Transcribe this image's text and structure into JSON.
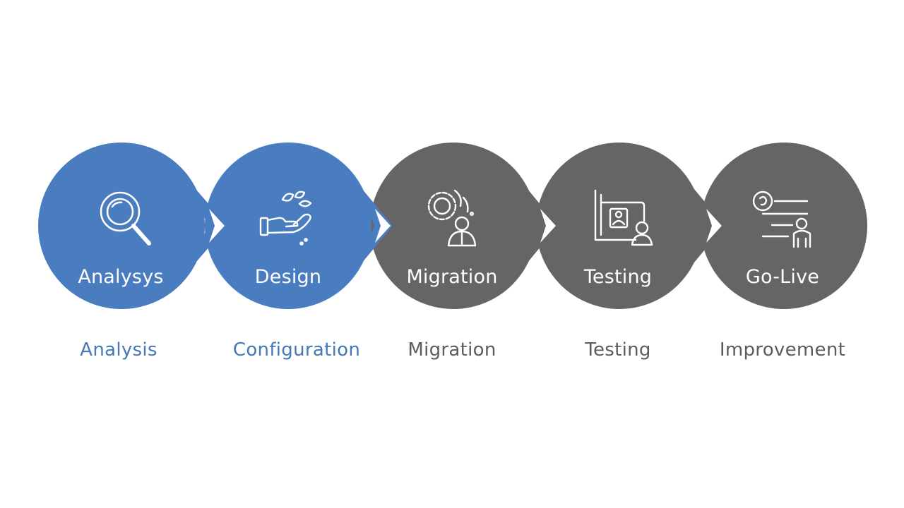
{
  "colors": {
    "blue": "#4a7cc0",
    "gray": "#656565",
    "blue_text": "#4577b9",
    "gray_text": "#5c5c5c"
  },
  "steps": [
    {
      "title": "Analysys",
      "caption": "Analysis",
      "icon": "magnifier-icon",
      "color": "blue"
    },
    {
      "title": "Design",
      "caption": "Configuration",
      "icon": "hand-with-leaves-icon",
      "color": "blue"
    },
    {
      "title": "Migration",
      "caption": "Migration",
      "icon": "gear-person-icon",
      "color": "gray"
    },
    {
      "title": "Testing",
      "caption": "Testing",
      "icon": "board-person-icon",
      "color": "gray"
    },
    {
      "title": "Go-Live",
      "caption": "Improvement",
      "icon": "target-person-icon",
      "color": "gray"
    }
  ]
}
